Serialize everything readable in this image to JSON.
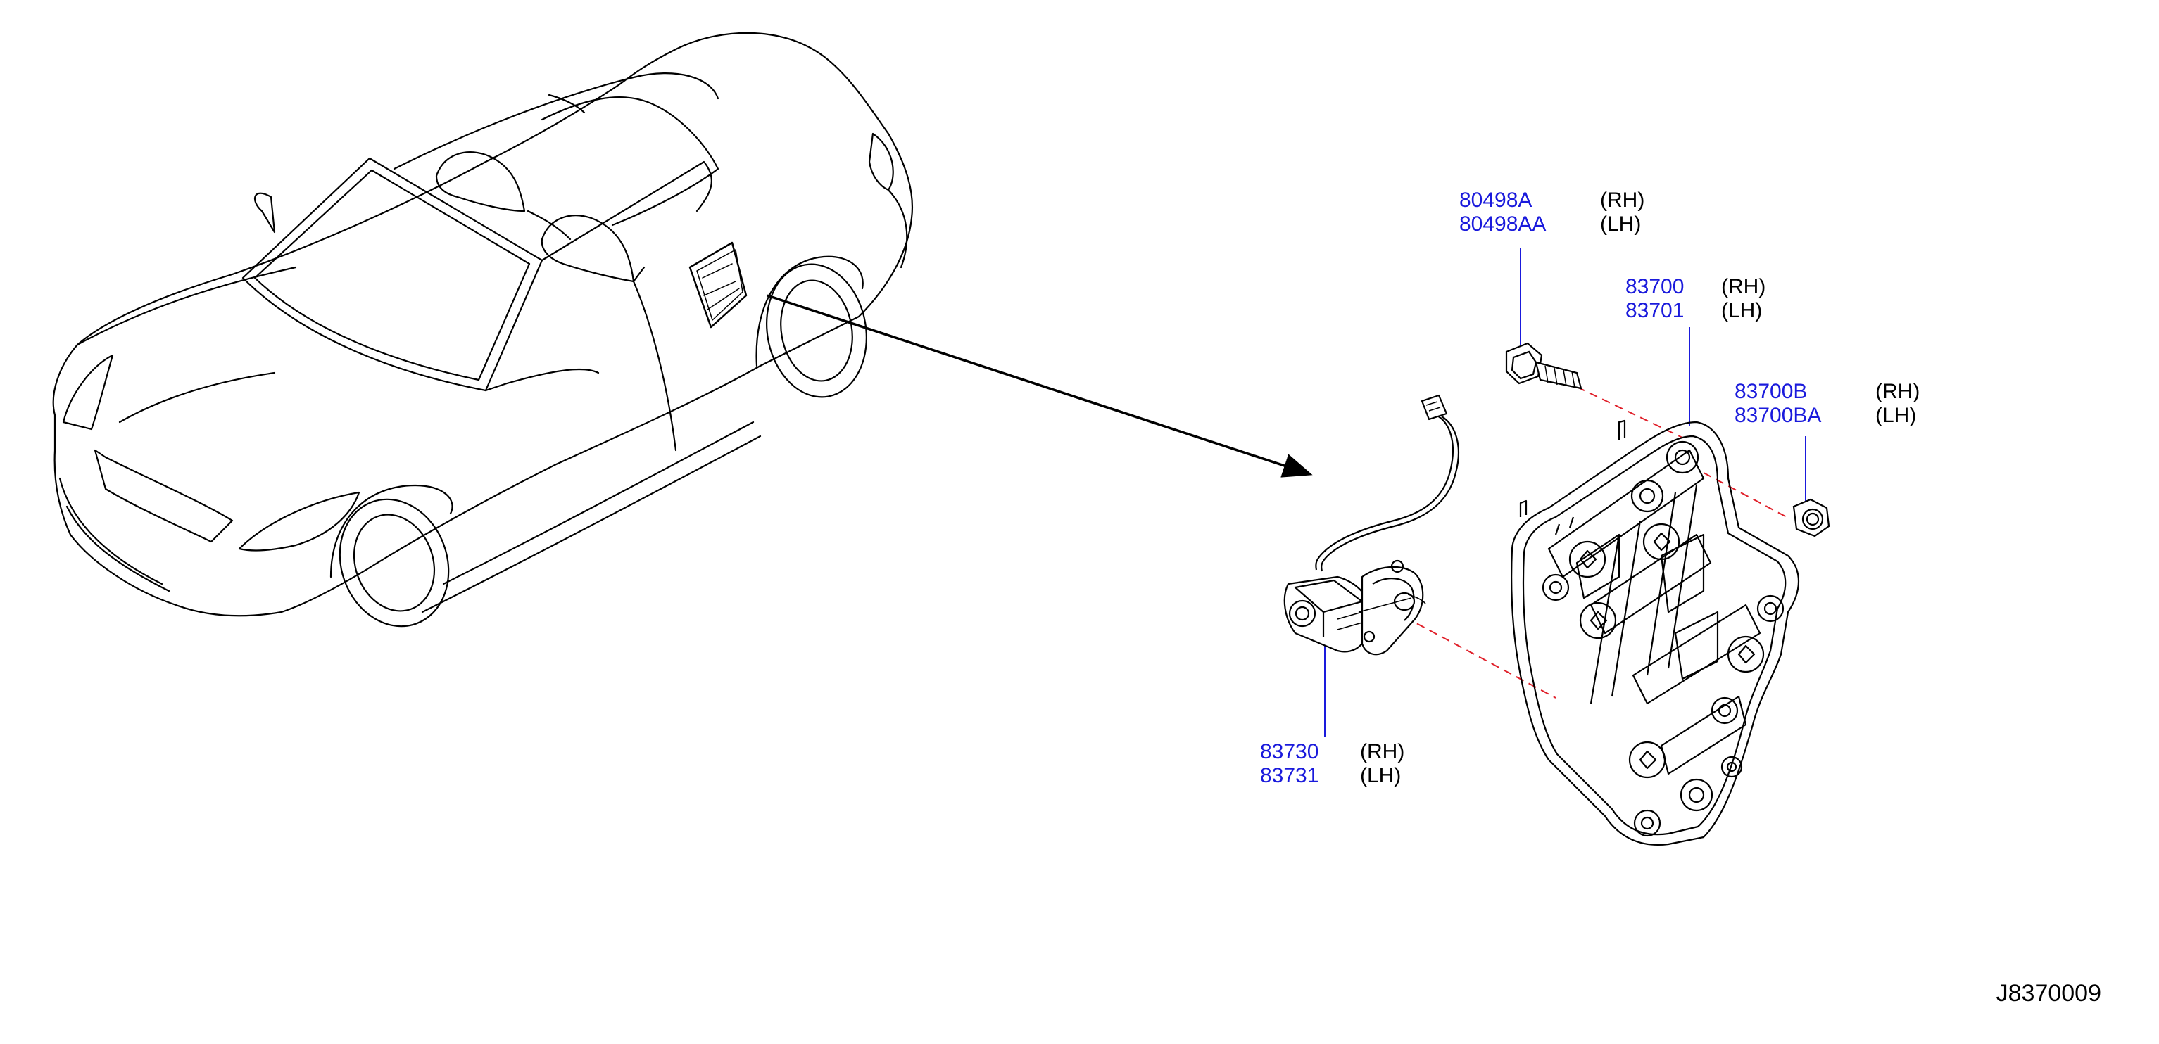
{
  "callouts": [
    {
      "id": "bolt",
      "rh_part": "80498A",
      "lh_part": "80498AA",
      "rh": "(RH)",
      "lh": "(LH)"
    },
    {
      "id": "regulator",
      "rh_part": "83700",
      "lh_part": "83701",
      "rh": "(RH)",
      "lh": "(LH)"
    },
    {
      "id": "nut",
      "rh_part": "83700B",
      "lh_part": "83700BA",
      "rh": "(RH)",
      "lh": "(LH)"
    },
    {
      "id": "motor",
      "rh_part": "83730",
      "lh_part": "83731",
      "rh": "(RH)",
      "lh": "(LH)"
    }
  ],
  "diagram_code": "J8370009",
  "colors": {
    "part_number": "#1a1adc",
    "line_art": "#000000",
    "leader_line": "#1a1adc",
    "dashed_guide": "#e0202a"
  },
  "icons": [
    "car-outline-icon",
    "window-regulator-icon",
    "regulator-motor-icon",
    "bolt-icon",
    "nut-icon",
    "pointer-arrow-icon"
  ]
}
